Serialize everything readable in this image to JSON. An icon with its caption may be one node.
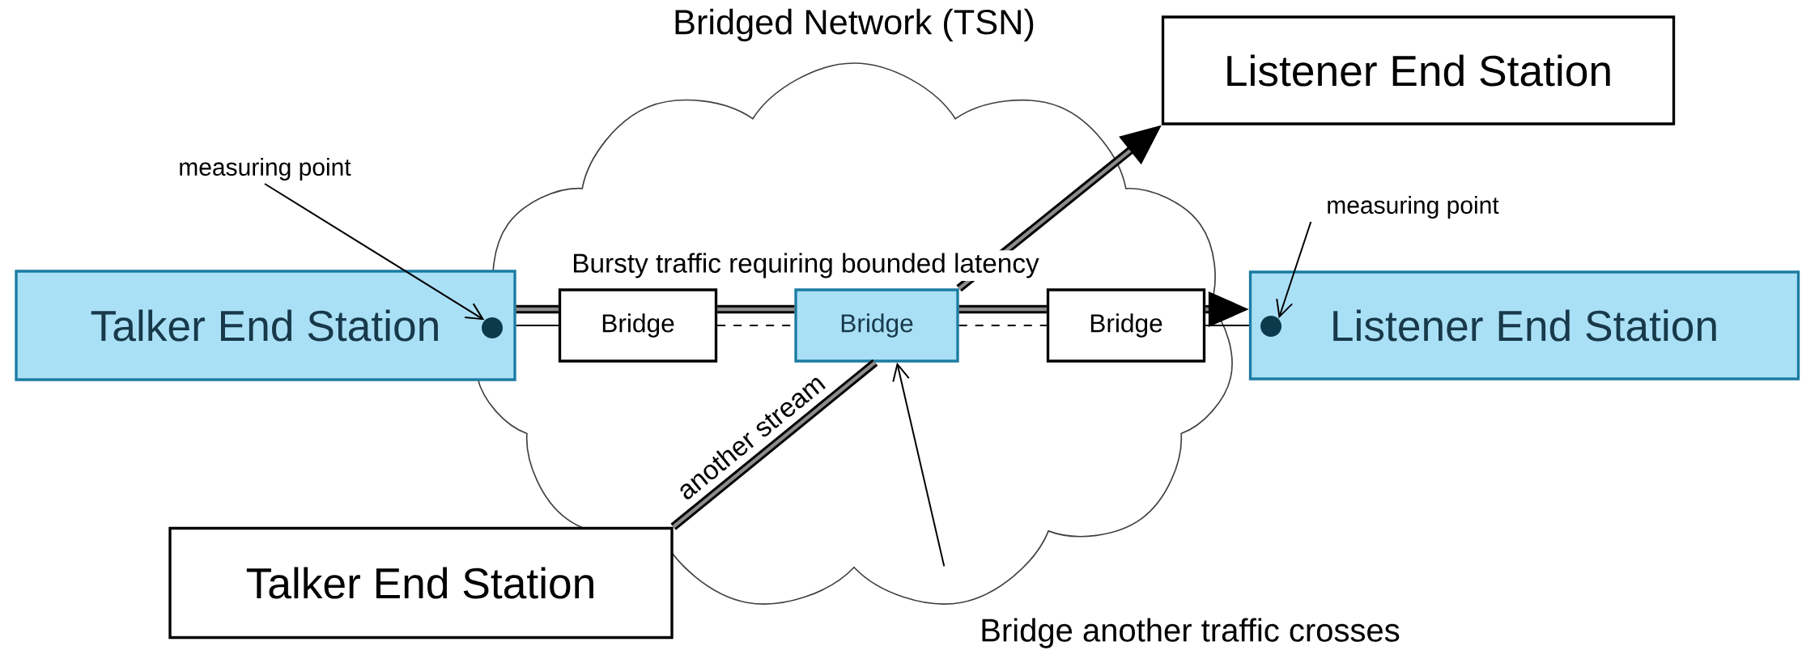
{
  "diagram": {
    "nodes": [
      {
        "text": [
          "Bridged Network (TSN)"
        ]
      },
      {
        "text": [
          "Talker End Station"
        ]
      },
      {
        "text": [
          "Bridge"
        ],
        "in": 0
      },
      {
        "text": [
          "Bridge"
        ],
        "in": 0
      },
      {
        "text": [
          "Bridge"
        ],
        "in": 0
      },
      {
        "text": [
          "Listener End Station"
        ]
      },
      {
        "text": [
          "Listener End Station"
        ]
      },
      {
        "text": [
          "Talker End Station"
        ]
      },
      {
        "text": [
          "measuring point"
        ]
      },
      {
        "text": [
          "measuring point"
        ]
      },
      {
        "text": [],
        "shape": "circle"
      },
      {
        "text": [],
        "shape": "circle",
        "in": 5
      },
      {
        "text": [
          "Bridge another traffic crosses"
        ]
      }
    ],
    "edges": [
      {
        "from": 1,
        "to": 2,
        "arrow": "none",
        "style": "thick"
      },
      {
        "from": 2,
        "to": 3,
        "arrow": "none",
        "label": "Bursty traffic requiring bounded latency",
        "style": "thick"
      },
      {
        "from": 3,
        "to": 4,
        "arrow": "none",
        "style": "thick"
      },
      {
        "from": 4,
        "to": 5,
        "arrow": "to",
        "style": "thick"
      },
      {
        "from": 1,
        "to": 2,
        "arrow": "none"
      },
      {
        "from": 2,
        "to": 3,
        "arrow": "none",
        "style": "dashed"
      },
      {
        "from": 3,
        "to": 4,
        "arrow": "none",
        "style": "dashed"
      },
      {
        "from": 4,
        "to": 5,
        "arrow": "none"
      },
      {
        "from": 7,
        "to": 3,
        "arrow": "none",
        "label": "another stream",
        "style": "thick"
      },
      {
        "from": 3,
        "to": 6,
        "arrow": "to",
        "style": "thick"
      },
      {
        "from": 8,
        "to": 10,
        "arrow": "to"
      },
      {
        "from": 9,
        "to": 11,
        "arrow": "to"
      },
      {
        "from": 12,
        "to": 3,
        "arrow": "to"
      }
    ]
  }
}
